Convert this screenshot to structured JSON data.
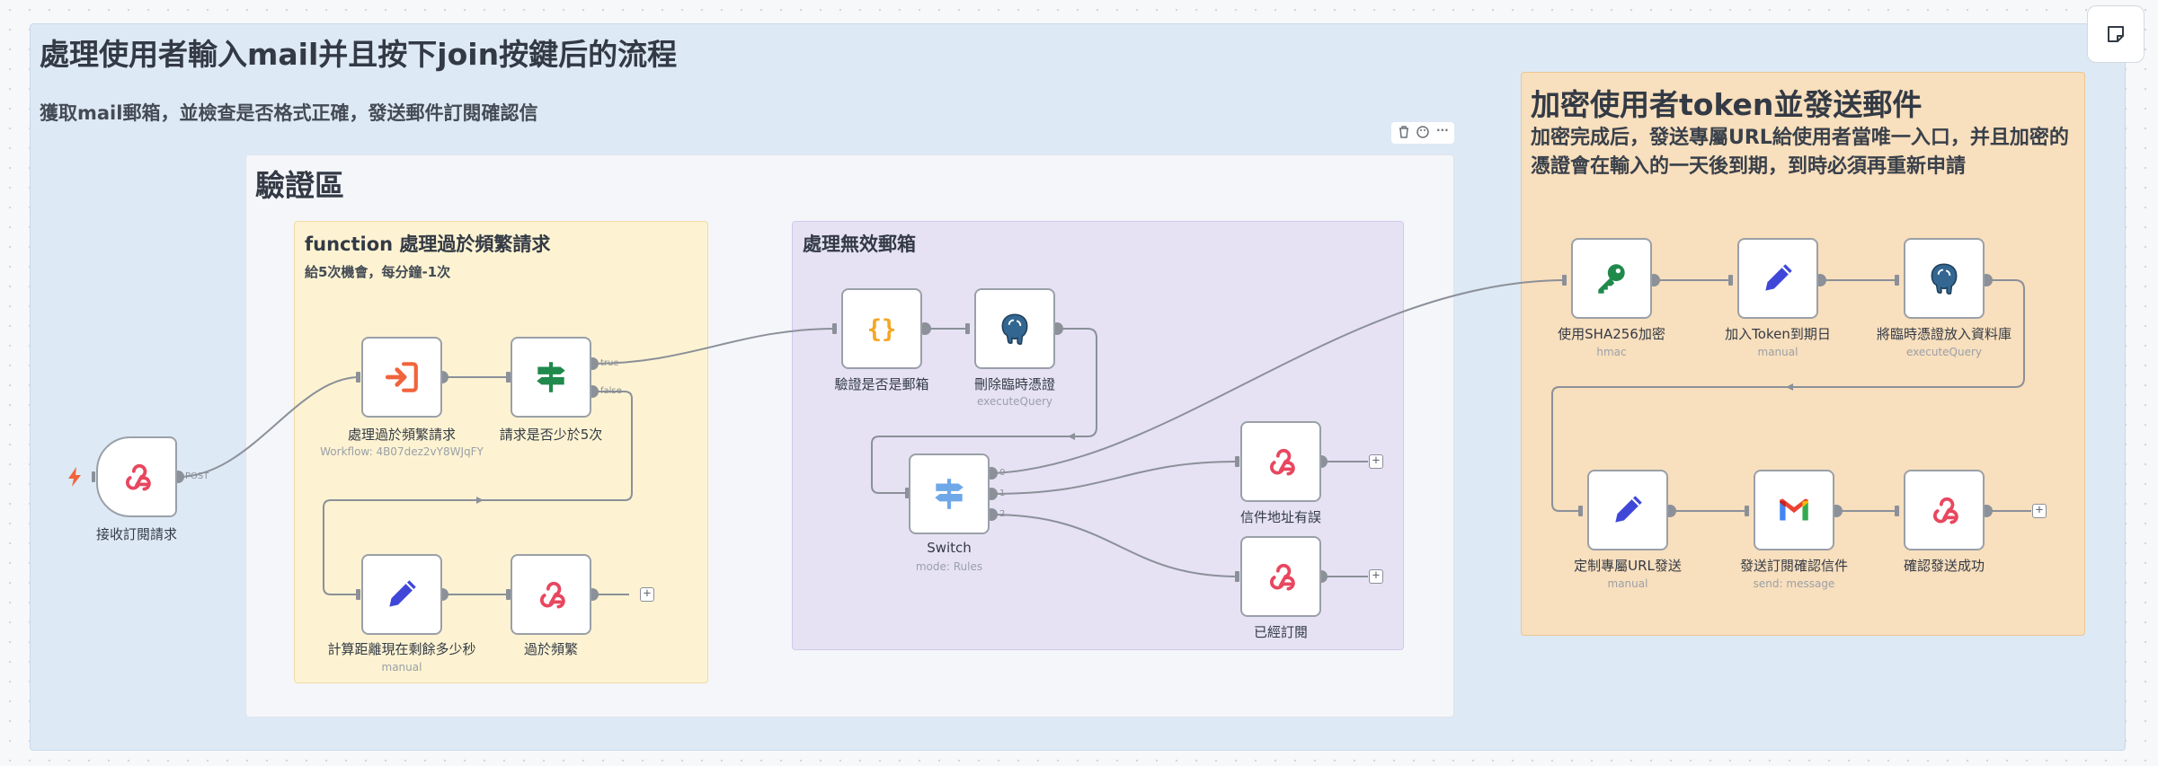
{
  "canvas": {
    "outer_title": "處理使用者輸入mail并且按下join按鍵后的流程",
    "outer_subtitle": "獲取mail郵箱，並檢查是否格式正確，發送郵件訂閱確認信",
    "verify_title": "驗證區",
    "rate_title": "function 處理過於頻繁請求",
    "rate_note": "給5次機會，每分鐘-1次",
    "invalid_title": "處理無效郵箱",
    "encrypt_title": "加密使用者token並發送郵件",
    "encrypt_desc_line1": "加密完成后，發送專屬URL給使用者當唯一入口，并且加密的",
    "encrypt_desc_line2": "憑證會在輸入的一天後到期，到時必須再重新申請"
  },
  "toolbar": {
    "delete_icon": "trash-icon",
    "color_icon": "palette-icon",
    "more": "···"
  },
  "colors": {
    "outer_bg": "#dde9f5",
    "yellow_bg": "#fdf3d2",
    "purple_bg": "#e6e2f4",
    "orange_bg": "#f8dfbd",
    "webhook": "#e8475f",
    "pencil": "#3f47d9",
    "key": "#1f8a4c",
    "switch": "#6fa8e8",
    "trigger": "#f0643c"
  },
  "nodes": {
    "webhook_trigger": {
      "label": "接收訂閱請求",
      "port_label": "POST",
      "icon": "webhook-icon"
    },
    "exec_workflow": {
      "label": "處理過於頻繁請求",
      "sub": "Workflow: 4B07dez2vY8WJqFY",
      "icon": "sign-in-icon"
    },
    "if_requests": {
      "label": "請求是否少於5次",
      "true_label": "true",
      "false_label": "false",
      "icon": "signpost-icon"
    },
    "calc_remaining": {
      "label": "計算距離現在剩餘多少秒",
      "sub": "manual",
      "icon": "pencil-icon"
    },
    "too_frequent": {
      "label": "過於頻繁",
      "icon": "webhook-icon"
    },
    "validate_email": {
      "label": "驗證是否是郵箱",
      "icon": "code-braces-icon"
    },
    "delete_temp": {
      "label": "刪除臨時憑證",
      "sub": "executeQuery",
      "icon": "postgres-icon"
    },
    "switch": {
      "label": "Switch",
      "sub": "mode: Rules",
      "out0": "0",
      "out1": "1",
      "out2": "2",
      "icon": "switch-icon"
    },
    "invalid_address": {
      "label": "信件地址有誤",
      "icon": "webhook-icon"
    },
    "already_subscribed": {
      "label": "已經訂閱",
      "icon": "webhook-icon"
    },
    "sha256": {
      "label": "使用SHA256加密",
      "sub": "hmac",
      "icon": "key-icon"
    },
    "add_expiry": {
      "label": "加入Token到期日",
      "sub": "manual",
      "icon": "pencil-icon"
    },
    "store_temp": {
      "label": "將臨時憑證放入資料庫",
      "sub": "executeQuery",
      "icon": "postgres-icon"
    },
    "custom_url": {
      "label": "定制專屬URL發送",
      "sub": "manual",
      "icon": "pencil-icon"
    },
    "send_confirm": {
      "label": "發送訂閱確認信件",
      "sub": "send: message",
      "icon": "gmail-icon"
    },
    "confirm_success": {
      "label": "確認發送成功",
      "icon": "webhook-icon"
    }
  }
}
